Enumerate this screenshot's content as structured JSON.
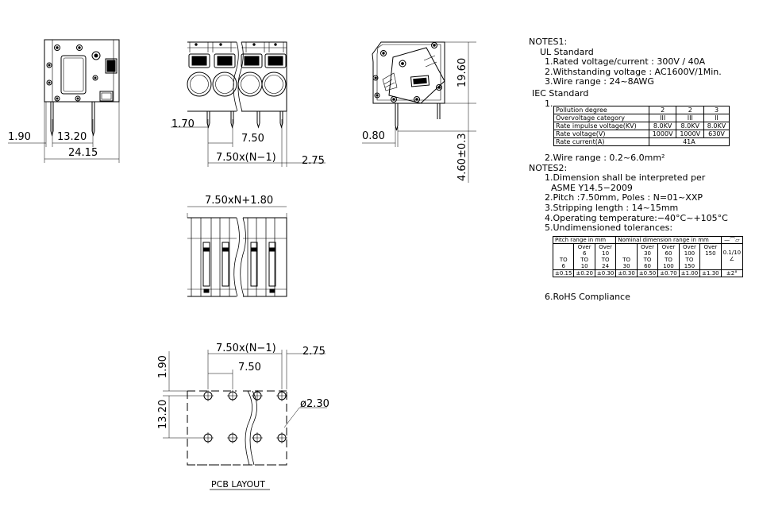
{
  "drawing": {
    "side_view": {
      "dim_1": "1.90",
      "dim_2": "13.20",
      "dim_3": "24.15"
    },
    "front_view": {
      "dim_1": "1.70",
      "dim_2": "7.50",
      "dim_3": "7.50x(N−1)",
      "dim_4": "2.75"
    },
    "rear_view": {
      "dim_1": "0.80",
      "dim_2": "19.60",
      "dim_3": "4.60±0.3"
    },
    "top_view": {
      "dim_1": "7.50xN+1.80"
    },
    "pcb_layout": {
      "dim_1": "7.50x(N−1)",
      "dim_2": "2.75",
      "dim_3": "7.50",
      "dim_4": "1.90",
      "dim_5": "13.20",
      "dim_6": "ø2.30",
      "title": "PCB LAYOUT"
    }
  },
  "notes": {
    "notes1_title": "NOTES1:",
    "ul_title": "UL Standard",
    "ul_items": [
      "1.Rated voltage/current : 300V / 40A",
      "2.Withstanding voltage : AC1600V/1Min.",
      "3.Wire range : 24~8AWG"
    ],
    "iec_title": "IEC Standard",
    "iec_item_number": "1.",
    "iec_table": [
      [
        "Pollution degree",
        "2",
        "2",
        "3"
      ],
      [
        "Overvoltage category",
        "III",
        "III",
        "II"
      ],
      [
        "Rate impulse voltage(KV)",
        "8.0KV",
        "8.0KV",
        "8.0KV"
      ],
      [
        "Rate voltage(V)",
        "1000V",
        "1000V",
        "630V"
      ],
      [
        "Rate current(A)",
        "41A"
      ]
    ],
    "iec_item_2": "2.Wire range : 0.2~6.0mm²",
    "notes2_title": "NOTES2:",
    "notes2_item_1": "1.Dimension shall be interpreted per",
    "notes2_item_1b": "ASME Y14.5−2009",
    "notes2_item_2": "2.Pitch :7.50mm, Poles : N=01~XXP",
    "notes2_item_3": "3.Stripping length : 14~15mm",
    "notes2_item_4": "4.Operating temperature:−40°C~+105°C",
    "notes2_item_5": "5.Undimensioned tolerances:",
    "tol_table": {
      "pitch_header": "Pitch range in mm",
      "nominal_header": "Nominal dimension range in mm",
      "ranges": [
        [
          "TO",
          "6"
        ],
        [
          "Over",
          "6",
          "TO",
          "10"
        ],
        [
          "Over",
          "10",
          "TO",
          "24"
        ],
        [
          "TO",
          "30"
        ],
        [
          "Over",
          "30",
          "TO",
          "60"
        ],
        [
          "Over",
          "60",
          "TO",
          "100"
        ],
        [
          "Over",
          "100",
          "TO",
          "150"
        ],
        [
          "Over",
          "150"
        ]
      ],
      "tolerances": [
        "±0.15",
        "±0.20",
        "±0.30",
        "±0.30",
        "±0.50",
        "±0.70",
        "±1.00",
        "±1.30"
      ],
      "geom_value": "0.1/10",
      "angle_value": "±2°"
    },
    "notes2_item_6": "6.RoHS Compliance"
  }
}
